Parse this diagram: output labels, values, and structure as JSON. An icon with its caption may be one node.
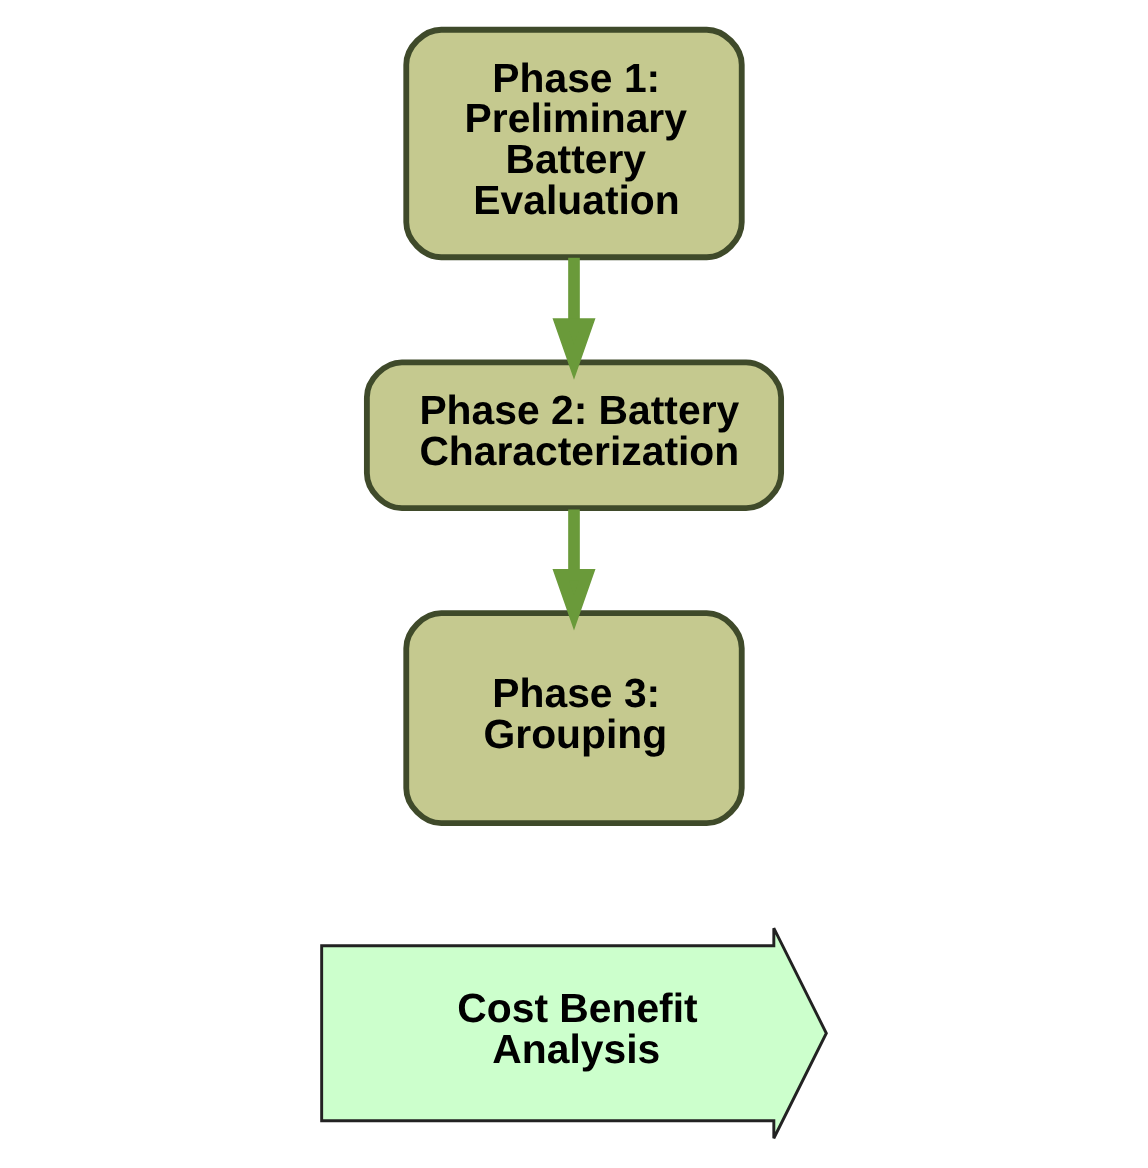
{
  "diagram": {
    "nodes": [
      {
        "text": [
          "Phase 1: Preliminary Battery Evaluation"
        ]
      },
      {
        "text": [
          "Phase 2: Battery Characterization"
        ]
      },
      {
        "text": [
          "Phase 3: Grouping"
        ]
      },
      {
        "text": [
          "Cost Benefit Analysis"
        ]
      }
    ],
    "edges": [
      {
        "from": 0,
        "to": 1,
        "arrow": "to"
      },
      {
        "from": 1,
        "to": 2,
        "arrow": "to"
      }
    ]
  }
}
